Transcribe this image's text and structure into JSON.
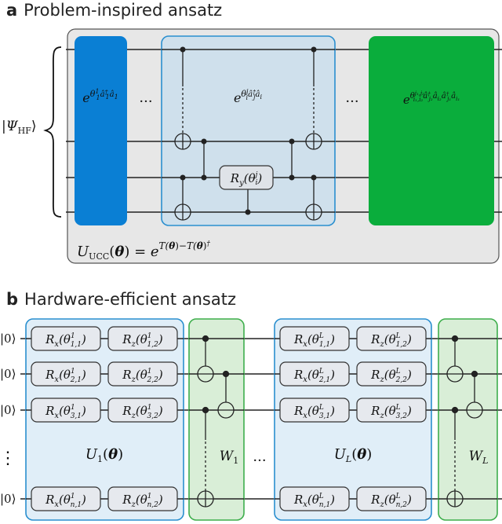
{
  "panel_a": {
    "letter": "a",
    "title": "Problem-inspired ansatz",
    "input_state": "|Ψ",
    "input_state_sub": "HF",
    "input_state_close": "⟩",
    "ellipsis": "···",
    "single_exc_label": "e^{θ_1^1 â_1^† â_1}",
    "generic_single_label": "e^{θ_i^j â_j^† â_i}",
    "double_exc_label": "e^{θ_{i1,i2}^{j1,j2} â_{j2}^† â_{i2} â_{j1}^† â_{i1}}",
    "ry_gate": "R_y(θ_i^j)",
    "ucc_formula": "U_UCC(θ) = e^{T(θ) − T(θ)†}",
    "colors": {
      "blue_block": "#0a7fd4",
      "green_block": "#0aad3c",
      "box_fill": "#cfe0ec",
      "box_border": "#2a8fcf",
      "outer_fill": "#e7e7e7"
    }
  },
  "panel_b": {
    "letter": "b",
    "title": "Hardware-efficient ansatz",
    "ket_zero": "|0⟩",
    "vdots": "⋮",
    "ellipsis": "···",
    "layer1_label": "U_1(θ)",
    "layerL_label": "U_L(θ)",
    "ent1_label": "W_1",
    "entL_label": "W_L",
    "gates_layer1": [
      [
        "R_x(θ^1_{1,1})",
        "R_z(θ^1_{1,2})"
      ],
      [
        "R_x(θ^1_{2,1})",
        "R_z(θ^1_{2,2})"
      ],
      [
        "R_x(θ^1_{3,1})",
        "R_z(θ^1_{3,2})"
      ],
      [
        "R_x(θ^1_{n,1})",
        "R_z(θ^1_{n,2})"
      ]
    ],
    "gates_layerL": [
      [
        "R_x(θ^L_{1,1})",
        "R_z(θ^L_{1,2})"
      ],
      [
        "R_x(θ^L_{2,1})",
        "R_z(θ^L_{2,2})"
      ],
      [
        "R_x(θ^L_{3,1})",
        "R_z(θ^L_{3,2})"
      ],
      [
        "R_x(θ^L_{n,1})",
        "R_z(θ^L_{n,2})"
      ]
    ],
    "colors": {
      "layer_fill": "#e0eef8",
      "layer_border": "#2a8fcf",
      "ent_fill": "#d9eed7",
      "ent_border": "#3eae4c",
      "gate_fill": "#e6e9ee"
    }
  }
}
